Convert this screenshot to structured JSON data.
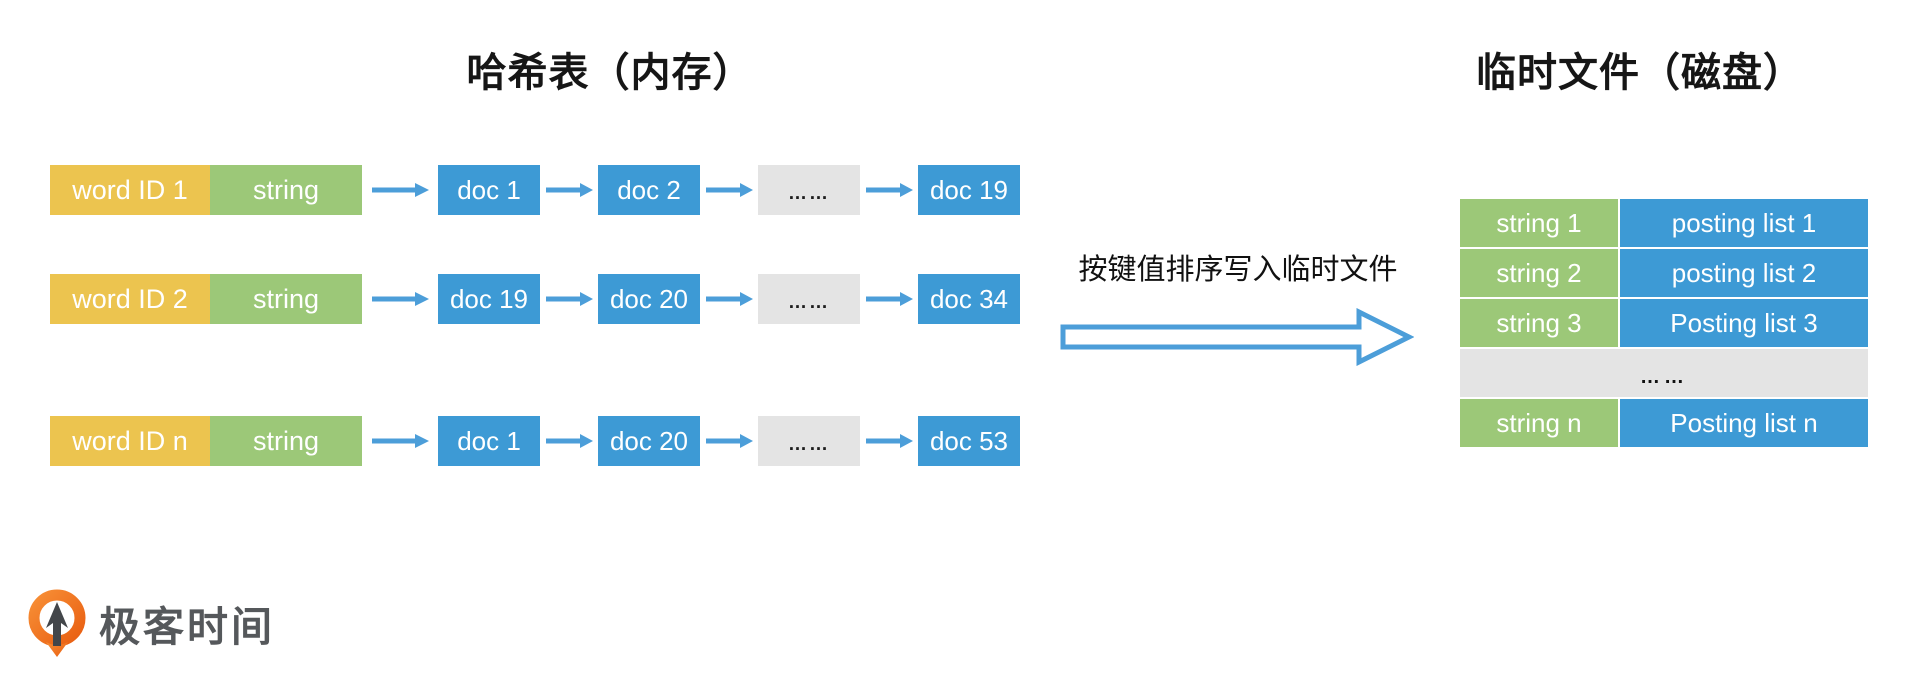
{
  "left_panel": {
    "title": "哈希表（内存）",
    "rows": [
      {
        "word_id": "word ID 1",
        "string_label": "string",
        "nodes": [
          "doc 1",
          "doc 2",
          "……",
          "doc 19"
        ]
      },
      {
        "word_id": "word ID 2",
        "string_label": "string",
        "nodes": [
          "doc 19",
          "doc 20",
          "……",
          "doc 34"
        ]
      },
      {
        "word_id": "word ID n",
        "string_label": "string",
        "nodes": [
          "doc 1",
          "doc 20",
          "……",
          "doc 53"
        ]
      }
    ]
  },
  "middle": {
    "caption": "按键值排序写入临时文件"
  },
  "right_panel": {
    "title": "临时文件（磁盘）",
    "rows": [
      {
        "key": "string 1",
        "value": "posting list 1"
      },
      {
        "key": "string 2",
        "value": "posting list 2"
      },
      {
        "key": "string 3",
        "value": "Posting list 3"
      },
      {
        "key": "string n",
        "value": "Posting list n"
      }
    ],
    "ellipsis": "……"
  },
  "logo": {
    "text": "极客时间",
    "icon": "geektime-pin-icon"
  },
  "colors": {
    "yellow": "#ECC44F",
    "green": "#9CC878",
    "blue": "#3D9AD5",
    "gray": "#E4E4E4",
    "arrow": "#4C9ED9",
    "logo_orange": "#F1701E",
    "logo_text": "#55585B"
  }
}
